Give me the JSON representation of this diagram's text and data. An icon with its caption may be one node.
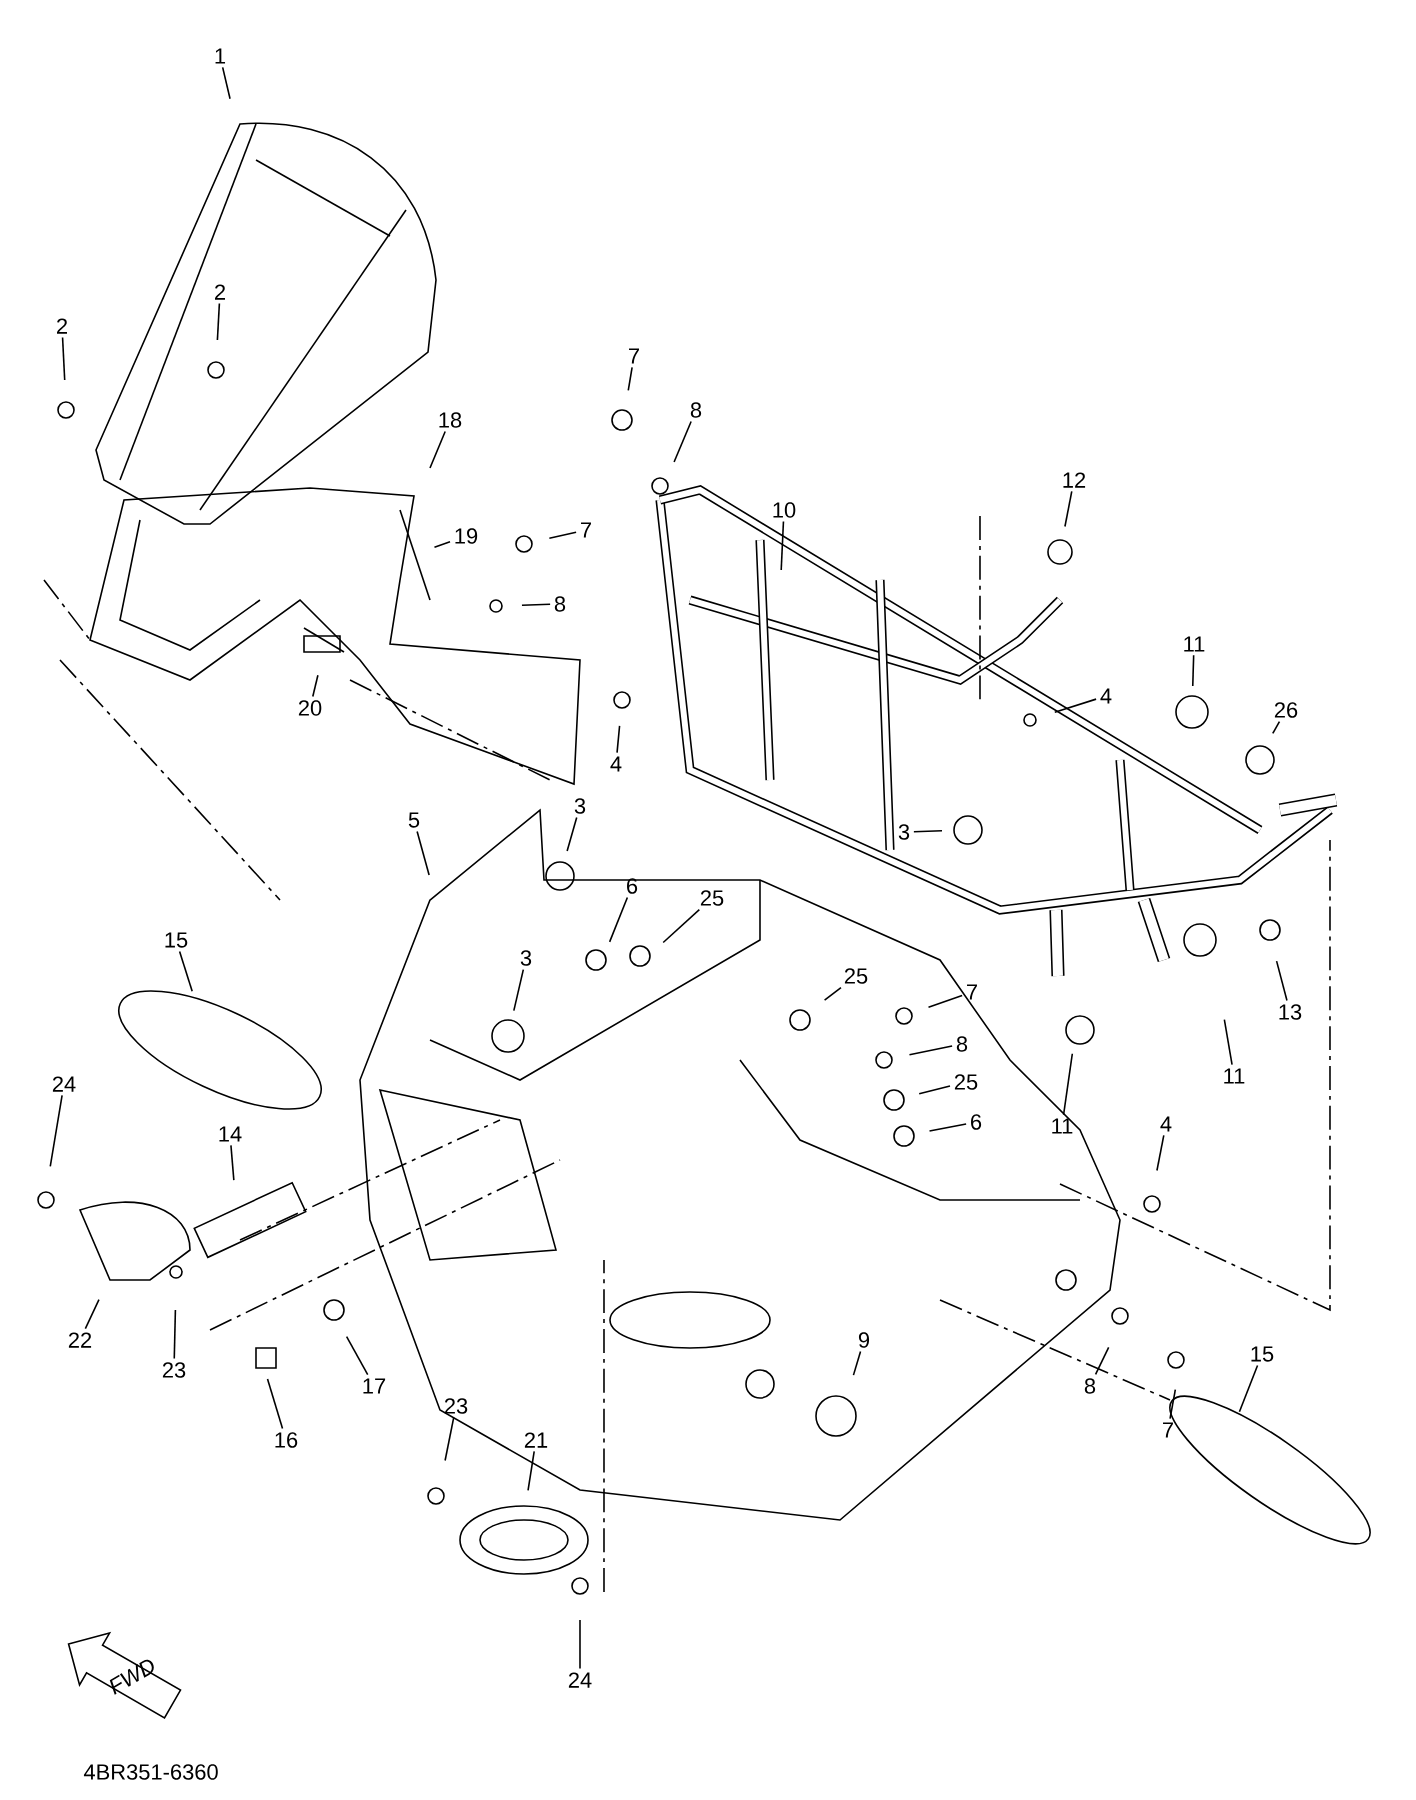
{
  "diagram": {
    "nodes": [
      {
        "text": [
          "1"
        ]
      },
      {
        "text": [
          "2"
        ]
      },
      {
        "text": [
          "2"
        ]
      },
      {
        "text": [
          "18"
        ]
      },
      {
        "text": [
          "19"
        ]
      },
      {
        "text": [
          "7"
        ]
      },
      {
        "text": [
          "8"
        ]
      },
      {
        "text": [
          "20"
        ]
      },
      {
        "text": [
          "7"
        ]
      },
      {
        "text": [
          "8"
        ]
      },
      {
        "text": [
          "4"
        ]
      },
      {
        "text": [
          "10"
        ]
      },
      {
        "text": [
          "12"
        ]
      },
      {
        "text": [
          "11"
        ]
      },
      {
        "text": [
          "4"
        ]
      },
      {
        "text": [
          "26"
        ]
      },
      {
        "text": [
          "3"
        ]
      },
      {
        "text": [
          "5"
        ]
      },
      {
        "text": [
          "3"
        ]
      },
      {
        "text": [
          "3"
        ]
      },
      {
        "text": [
          "6"
        ]
      },
      {
        "text": [
          "25"
        ]
      },
      {
        "text": [
          "25"
        ]
      },
      {
        "text": [
          "7"
        ]
      },
      {
        "text": [
          "8"
        ]
      },
      {
        "text": [
          "25"
        ]
      },
      {
        "text": [
          "6"
        ]
      },
      {
        "text": [
          "15"
        ]
      },
      {
        "text": [
          "24"
        ]
      },
      {
        "text": [
          "14"
        ]
      },
      {
        "text": [
          "22"
        ]
      },
      {
        "text": [
          "23"
        ]
      },
      {
        "text": [
          "17"
        ]
      },
      {
        "text": [
          "16"
        ]
      },
      {
        "text": [
          "13"
        ]
      },
      {
        "text": [
          "11"
        ]
      },
      {
        "text": [
          "11"
        ]
      },
      {
        "text": [
          "4"
        ]
      },
      {
        "text": [
          "9"
        ]
      },
      {
        "text": [
          "8"
        ]
      },
      {
        "text": [
          "7"
        ]
      },
      {
        "text": [
          "15"
        ]
      },
      {
        "text": [
          "23"
        ]
      },
      {
        "text": [
          "21"
        ]
      },
      {
        "text": [
          "24"
        ]
      }
    ],
    "edges": [
      {
        "from": 0,
        "to": null,
        "arrow": "none"
      },
      {
        "from": 1,
        "to": null,
        "arrow": "none"
      },
      {
        "from": 2,
        "to": null,
        "arrow": "none"
      },
      {
        "from": 3,
        "to": null,
        "arrow": "none"
      },
      {
        "from": 4,
        "to": null,
        "arrow": "none"
      },
      {
        "from": 5,
        "to": null,
        "arrow": "none"
      },
      {
        "from": 6,
        "to": null,
        "arrow": "none"
      },
      {
        "from": 7,
        "to": null,
        "arrow": "none"
      },
      {
        "from": 8,
        "to": null,
        "arrow": "none"
      },
      {
        "from": 9,
        "to": null,
        "arrow": "none"
      },
      {
        "from": 10,
        "to": null,
        "arrow": "none"
      },
      {
        "from": 11,
        "to": null,
        "arrow": "none"
      },
      {
        "from": 12,
        "to": null,
        "arrow": "none"
      },
      {
        "from": 13,
        "to": null,
        "arrow": "none"
      },
      {
        "from": 14,
        "to": null,
        "arrow": "none"
      },
      {
        "from": 15,
        "to": null,
        "arrow": "none"
      },
      {
        "from": 16,
        "to": null,
        "arrow": "none"
      },
      {
        "from": 17,
        "to": null,
        "arrow": "none"
      },
      {
        "from": 18,
        "to": null,
        "arrow": "none"
      },
      {
        "from": 19,
        "to": null,
        "arrow": "none"
      },
      {
        "from": 20,
        "to": null,
        "arrow": "none"
      },
      {
        "from": 21,
        "to": null,
        "arrow": "none"
      },
      {
        "from": 22,
        "to": null,
        "arrow": "none"
      },
      {
        "from": 23,
        "to": null,
        "arrow": "none"
      },
      {
        "from": 24,
        "to": null,
        "arrow": "none"
      },
      {
        "from": 25,
        "to": null,
        "arrow": "none"
      },
      {
        "from": 26,
        "to": null,
        "arrow": "none"
      },
      {
        "from": 27,
        "to": null,
        "arrow": "none"
      },
      {
        "from": 28,
        "to": null,
        "arrow": "none"
      },
      {
        "from": 29,
        "to": null,
        "arrow": "none"
      },
      {
        "from": 30,
        "to": null,
        "arrow": "none"
      },
      {
        "from": 31,
        "to": null,
        "arrow": "none"
      },
      {
        "from": 32,
        "to": null,
        "arrow": "none"
      },
      {
        "from": 33,
        "to": null,
        "arrow": "none"
      },
      {
        "from": 34,
        "to": null,
        "arrow": "none"
      },
      {
        "from": 35,
        "to": null,
        "arrow": "none"
      },
      {
        "from": 36,
        "to": null,
        "arrow": "none"
      },
      {
        "from": 37,
        "to": null,
        "arrow": "none"
      },
      {
        "from": 38,
        "to": null,
        "arrow": "none"
      },
      {
        "from": 39,
        "to": null,
        "arrow": "none"
      },
      {
        "from": 40,
        "to": null,
        "arrow": "none"
      },
      {
        "from": 41,
        "to": null,
        "arrow": "none"
      },
      {
        "from": 42,
        "to": null,
        "arrow": "none"
      },
      {
        "from": 43,
        "to": null,
        "arrow": "none"
      },
      {
        "from": 44,
        "to": null,
        "arrow": "none"
      }
    ],
    "labels": [
      "FWD",
      "4BR351-6360"
    ]
  }
}
